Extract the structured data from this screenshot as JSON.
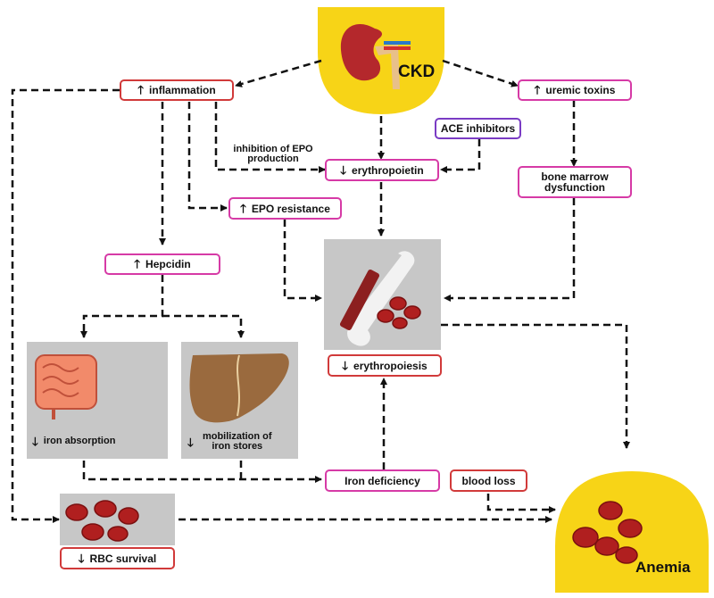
{
  "nodes": {
    "ckd": "CKD",
    "anemia": "Anemia",
    "inflammation": "inflammation",
    "uremic_toxins": "uremic toxins",
    "ace_inhibitors": "ACE inhibitors",
    "erythropoietin": "erythropoietin",
    "epo_resistance": "EPO resistance",
    "bone_marrow": "bone marrow dysfunction",
    "hepcidin": "Hepcidin",
    "erythropoiesis": "erythropoiesis",
    "iron_absorption": "iron absorption",
    "mobilization": "mobilization of iron stores",
    "iron_deficiency": "Iron deficiency",
    "blood_loss": "blood loss",
    "rbc_survival": "RBC survival"
  },
  "edge_labels": {
    "inhibition_epo": "inhibition of EPO production"
  },
  "colors": {
    "yellow": "#f7d417",
    "red_border": "#d13a3a",
    "pink_border": "#d63aa6",
    "purple_border": "#7a3bc4",
    "panel_gray": "#c7c7c7",
    "cell_red": "#b01f1f"
  }
}
